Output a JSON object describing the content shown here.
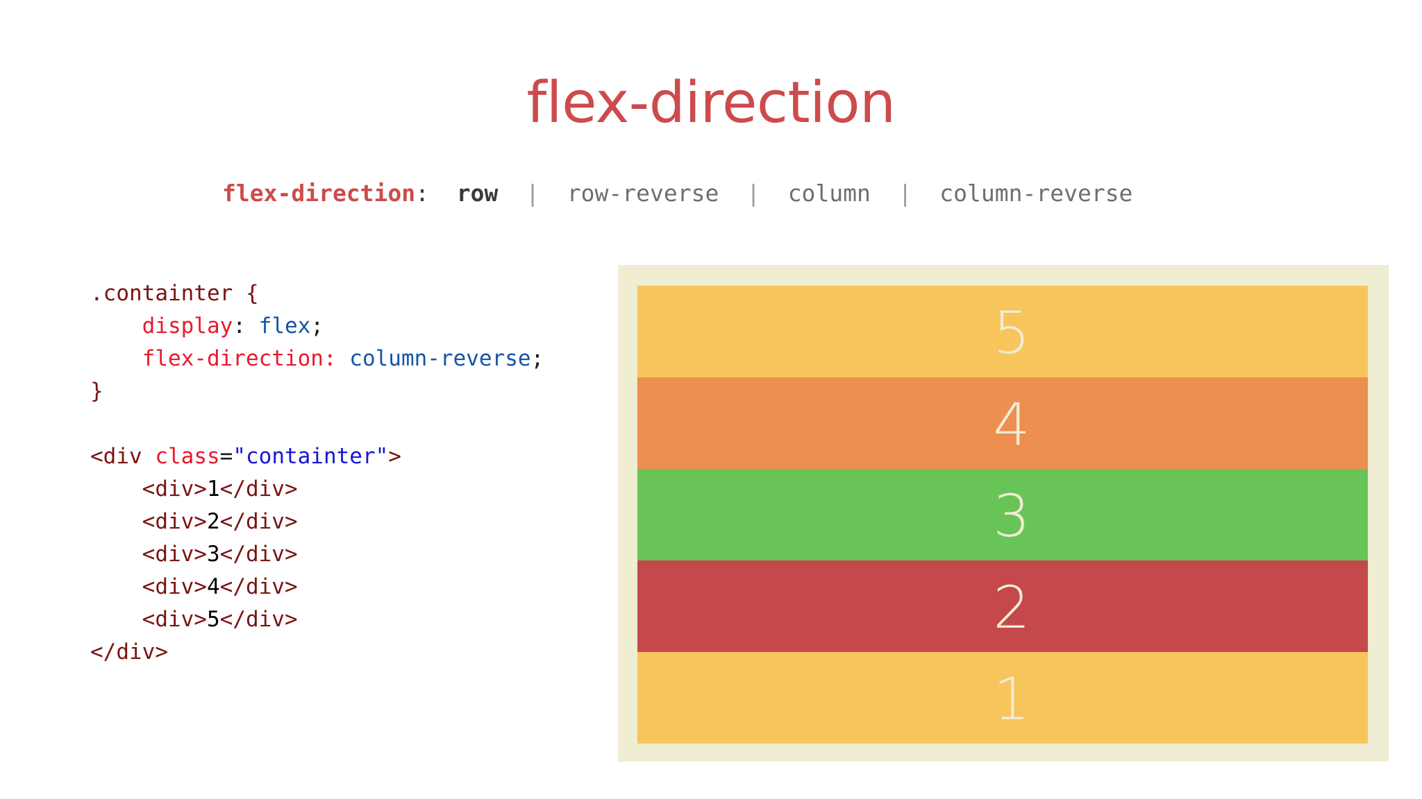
{
  "slide": {
    "title": "flex-direction",
    "background": "#ffffff",
    "title_color": "#cc4b4c"
  },
  "syntax": {
    "property": "flex-direction",
    "colon": ":",
    "separator": "|",
    "values": [
      "row",
      "row-reverse",
      "column",
      "column-reverse"
    ],
    "active_value": "row"
  },
  "code": {
    "css": {
      "selector": ".containter",
      "open_brace": "{",
      "close_brace": "}",
      "declarations": [
        {
          "property": "display",
          "colon": ":",
          "value": "flex",
          "semicolon": ";"
        },
        {
          "property": "flex-direction:",
          "colon": "",
          "value": "column-reverse",
          "semicolon": ";"
        }
      ]
    },
    "html": {
      "open_tag_start": "<div ",
      "attr_name": "class",
      "attr_eq": "=",
      "attr_value": "\"containter\"",
      "open_tag_end": ">",
      "close_tag": "</div>",
      "children": [
        {
          "open": "<div>",
          "text": "1",
          "close": "</div>"
        },
        {
          "open": "<div>",
          "text": "2",
          "close": "</div>"
        },
        {
          "open": "<div>",
          "text": "3",
          "close": "</div>"
        },
        {
          "open": "<div>",
          "text": "4",
          "close": "</div>"
        },
        {
          "open": "<div>",
          "text": "5",
          "close": "</div>"
        }
      ]
    }
  },
  "demo": {
    "panel_background": "#efedd2",
    "flex_direction": "column-reverse",
    "number_color": "#f2ecd4",
    "items": [
      {
        "label": "1",
        "color": "#f8c45c"
      },
      {
        "label": "2",
        "color": "#c5484b"
      },
      {
        "label": "3",
        "color": "#69c457"
      },
      {
        "label": "4",
        "color": "#ec8f51"
      },
      {
        "label": "5",
        "color": "#f8c45c"
      }
    ],
    "visual_order_top_to_bottom": [
      "5",
      "4",
      "3",
      "2",
      "1"
    ]
  }
}
